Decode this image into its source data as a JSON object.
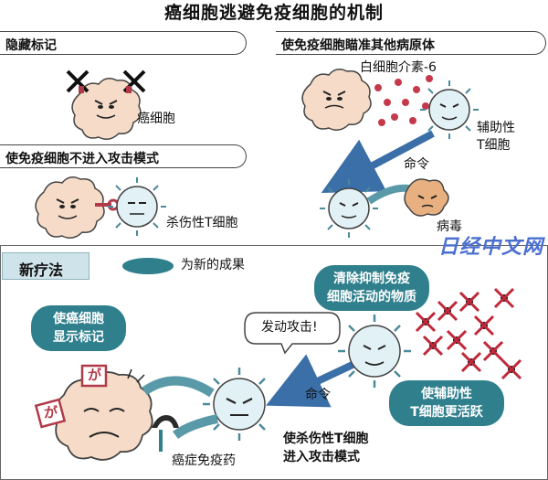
{
  "title": "癌细胞逃避免疫细胞的机制",
  "sections": {
    "hide_marker": "隐藏标记",
    "retarget": "使免疫细胞瞄准其他病原体",
    "no_attack": "使免疫细胞不进入攻击模式"
  },
  "labels": {
    "cancer_cell": "癌细胞",
    "il6": "白细胞介素-6",
    "helper_t": "辅助性",
    "helper_t2": "T细胞",
    "command1": "命令",
    "virus": "病毒",
    "killer_t": "杀伤性T细胞",
    "command2": "命令",
    "attack": "发动攻击!",
    "drug": "癌症免疫药",
    "killer_mode1": "使杀伤性T细胞",
    "killer_mode2": "进入攻击模式"
  },
  "new_therapy": {
    "tab": "新疗法",
    "legend": "为新的成果",
    "pill_remove1": "清除抑制免疫",
    "pill_remove2": "细胞活动的物质",
    "pill_marker1": "使癌细胞",
    "pill_marker2": "显示标记",
    "pill_helper1": "使辅助性",
    "pill_helper2": "T细胞更活跃"
  },
  "sfx": "が",
  "watermark": "日经中文网",
  "colors": {
    "cell_fill": "#f6dcc8",
    "tcell_fill": "#e2f1f5",
    "accent": "#2f7f8c",
    "marker_red": "#b23a48",
    "il6_dot": "#c43a4a",
    "arrow_blue": "#3b6fa8"
  }
}
